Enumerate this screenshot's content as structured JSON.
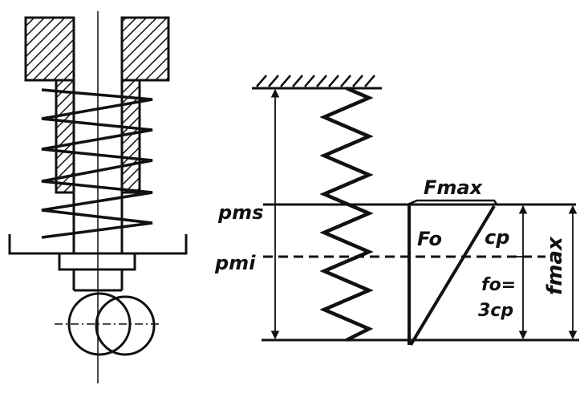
{
  "labels": {
    "pms": "pms",
    "pmi": "pmi",
    "fmax_force": "Fmax",
    "f0": "Fo",
    "cp": "cp",
    "f0_line1": "fo=",
    "f0_line2": "3cp",
    "f_max_height": "fmax"
  },
  "colors": {
    "ink": "#111111",
    "paper": "#ffffff"
  }
}
